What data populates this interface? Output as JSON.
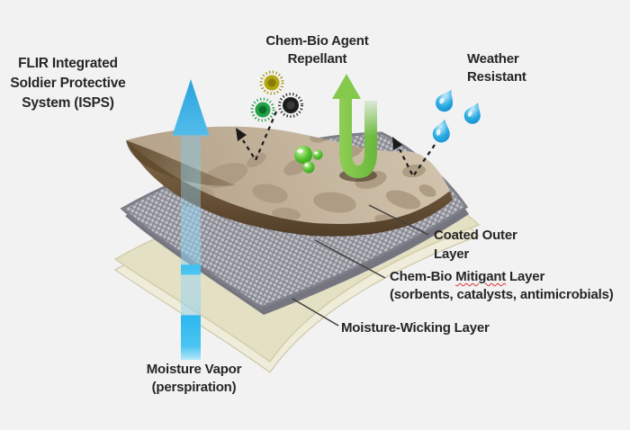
{
  "title": {
    "line1": "FLIR Integrated",
    "line2": "Soldier Protective",
    "line3": "System (ISPS)"
  },
  "callouts": {
    "repellant": {
      "line1": "Chem-Bio Agent",
      "line2": "Repellant"
    },
    "weather": {
      "line1": "Weather",
      "line2": "Resistant"
    },
    "vapor": {
      "line1": "Moisture Vapor",
      "line2": "(perspiration)"
    }
  },
  "layer_labels": {
    "coated": {
      "line1": "Coated Outer",
      "line2": "Layer"
    },
    "mitigant": {
      "pre": "Chem-Bio ",
      "word": "Mitigant",
      "post": " Layer",
      "sub": "(sorbents, catalysts, antimicrobials)"
    },
    "wicking": {
      "label": "Moisture-Wicking Layer"
    }
  },
  "icons": {
    "up_arrow_blue": "moisture-vapor-arrow",
    "u_turn_arrow_green": "repellant-arrow",
    "water_drops": "water-droplet-icon",
    "microbes": "microbe-icon",
    "deflection": "dashed-deflection-arrow"
  },
  "colors": {
    "background": "#f2f2f3",
    "text": "#262626",
    "vapor_blue": "#29abe2",
    "repellant_green": "#7dc242",
    "coated_layer_tan": "#c6b59d",
    "coated_layer_camo": "#ae9c84",
    "coated_layer_edge": "#5e4a30",
    "mitigant_gray": "#b4b4ba",
    "wicking_cream": "#e6e2c5",
    "droplet_blue": "#29abe2",
    "microbe_yellow": "#b3a50d",
    "microbe_green": "#22a244",
    "microbe_black": "#1c1c1c"
  }
}
